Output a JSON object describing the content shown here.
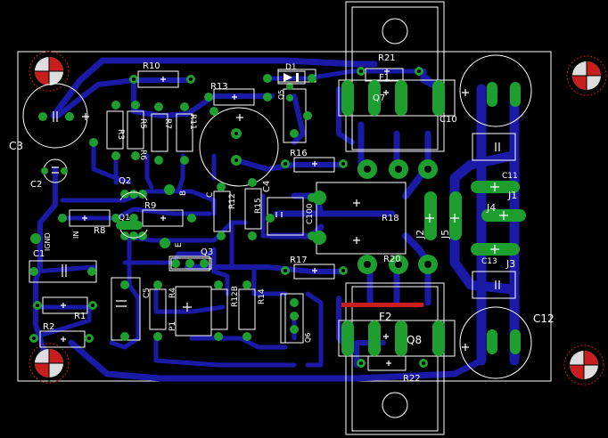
{
  "colors": {
    "background": "#000000",
    "trace": "#1a1aa6",
    "pad": "#1e9e2e",
    "outline": "#ffffff",
    "drill": "#000000",
    "mount": "#c81e1e",
    "label": "#ffffff"
  },
  "labels": {
    "c3": "C3",
    "c2": "C2",
    "c1": "C1",
    "c4": "C4",
    "c5": "C5",
    "c10": "C10",
    "c11": "C11",
    "c12": "C12",
    "c13": "C13",
    "c100": "C100",
    "r1": "R1",
    "r2": "R2",
    "r3": "R3",
    "r4": "R4",
    "r5": "R5",
    "r6": "R6",
    "r7": "R7",
    "r8": "R8",
    "r9": "R9",
    "r10": "R10",
    "r11": "R11",
    "r12": "R12",
    "r12b": "R12B",
    "r13": "R13",
    "r14": "R14",
    "r15": "R15",
    "r16": "R16",
    "r17": "R17",
    "r18": "R18",
    "r20": "R20",
    "r21": "R21",
    "r22": "R22",
    "q1": "Q1",
    "q2": "Q2",
    "q3": "Q3",
    "q5": "Q5",
    "q6": "Q6",
    "q7": "Q7",
    "q8": "Q8",
    "d1": "D1",
    "f1": "F1",
    "f2": "F2",
    "j1": "J1",
    "j2": "J2",
    "j3": "J3",
    "j4": "J4",
    "j5": "J5",
    "p1": "P1",
    "ignd": "IGND",
    "in": "IN",
    "b": "B",
    "e": "E",
    "c": "C"
  }
}
